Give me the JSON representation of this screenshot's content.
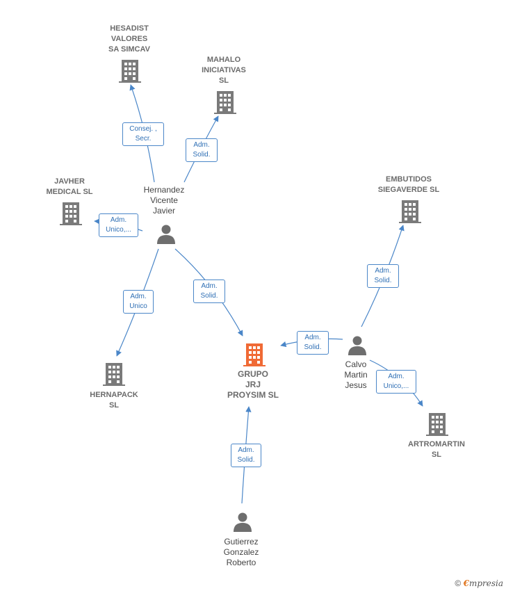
{
  "colors": {
    "edge": "#4a86c8",
    "company_icon": "#7a7a7a",
    "main_icon": "#f06a35",
    "person_icon": "#6e6e6e"
  },
  "nodes": {
    "hesadist": "HESADIST\nVALORES\nSA SIMCAV",
    "mahalo": "MAHALO\nINICIATIVAS\nSL",
    "javher": "JAVHER\nMEDICAL  SL",
    "embutidos": "EMBUTIDOS\nSIEGAVERDE SL",
    "hernapack": "HERNAPACK\nSL",
    "grupo": "GRUPO\nJRJ\nPROYSIM  SL",
    "artromartin": "ARTROMARTIN\nSL",
    "hernandez": "Hernandez\nVicente\nJavier",
    "calvo": "Calvo\nMartin\nJesus",
    "gutierrez": "Gutierrez\nGonzalez\nRoberto"
  },
  "edges": {
    "consej": "Consej. ,\nSecr.",
    "adm_mahalo": "Adm.\nSolid.",
    "adm_javher": "Adm.\nUnico,...",
    "adm_hernapack": "Adm.\nUnico",
    "adm_grupo_h": "Adm.\nSolid.",
    "adm_embutidos": "Adm.\nSolid.",
    "adm_grupo_c": "Adm.\nSolid.",
    "adm_artromartin": "Adm.\nUnico,...",
    "adm_grupo_g": "Adm.\nSolid."
  },
  "footer": {
    "copyright_symbol": "©",
    "brand_initial": "€",
    "brand_rest": "mpresia"
  }
}
